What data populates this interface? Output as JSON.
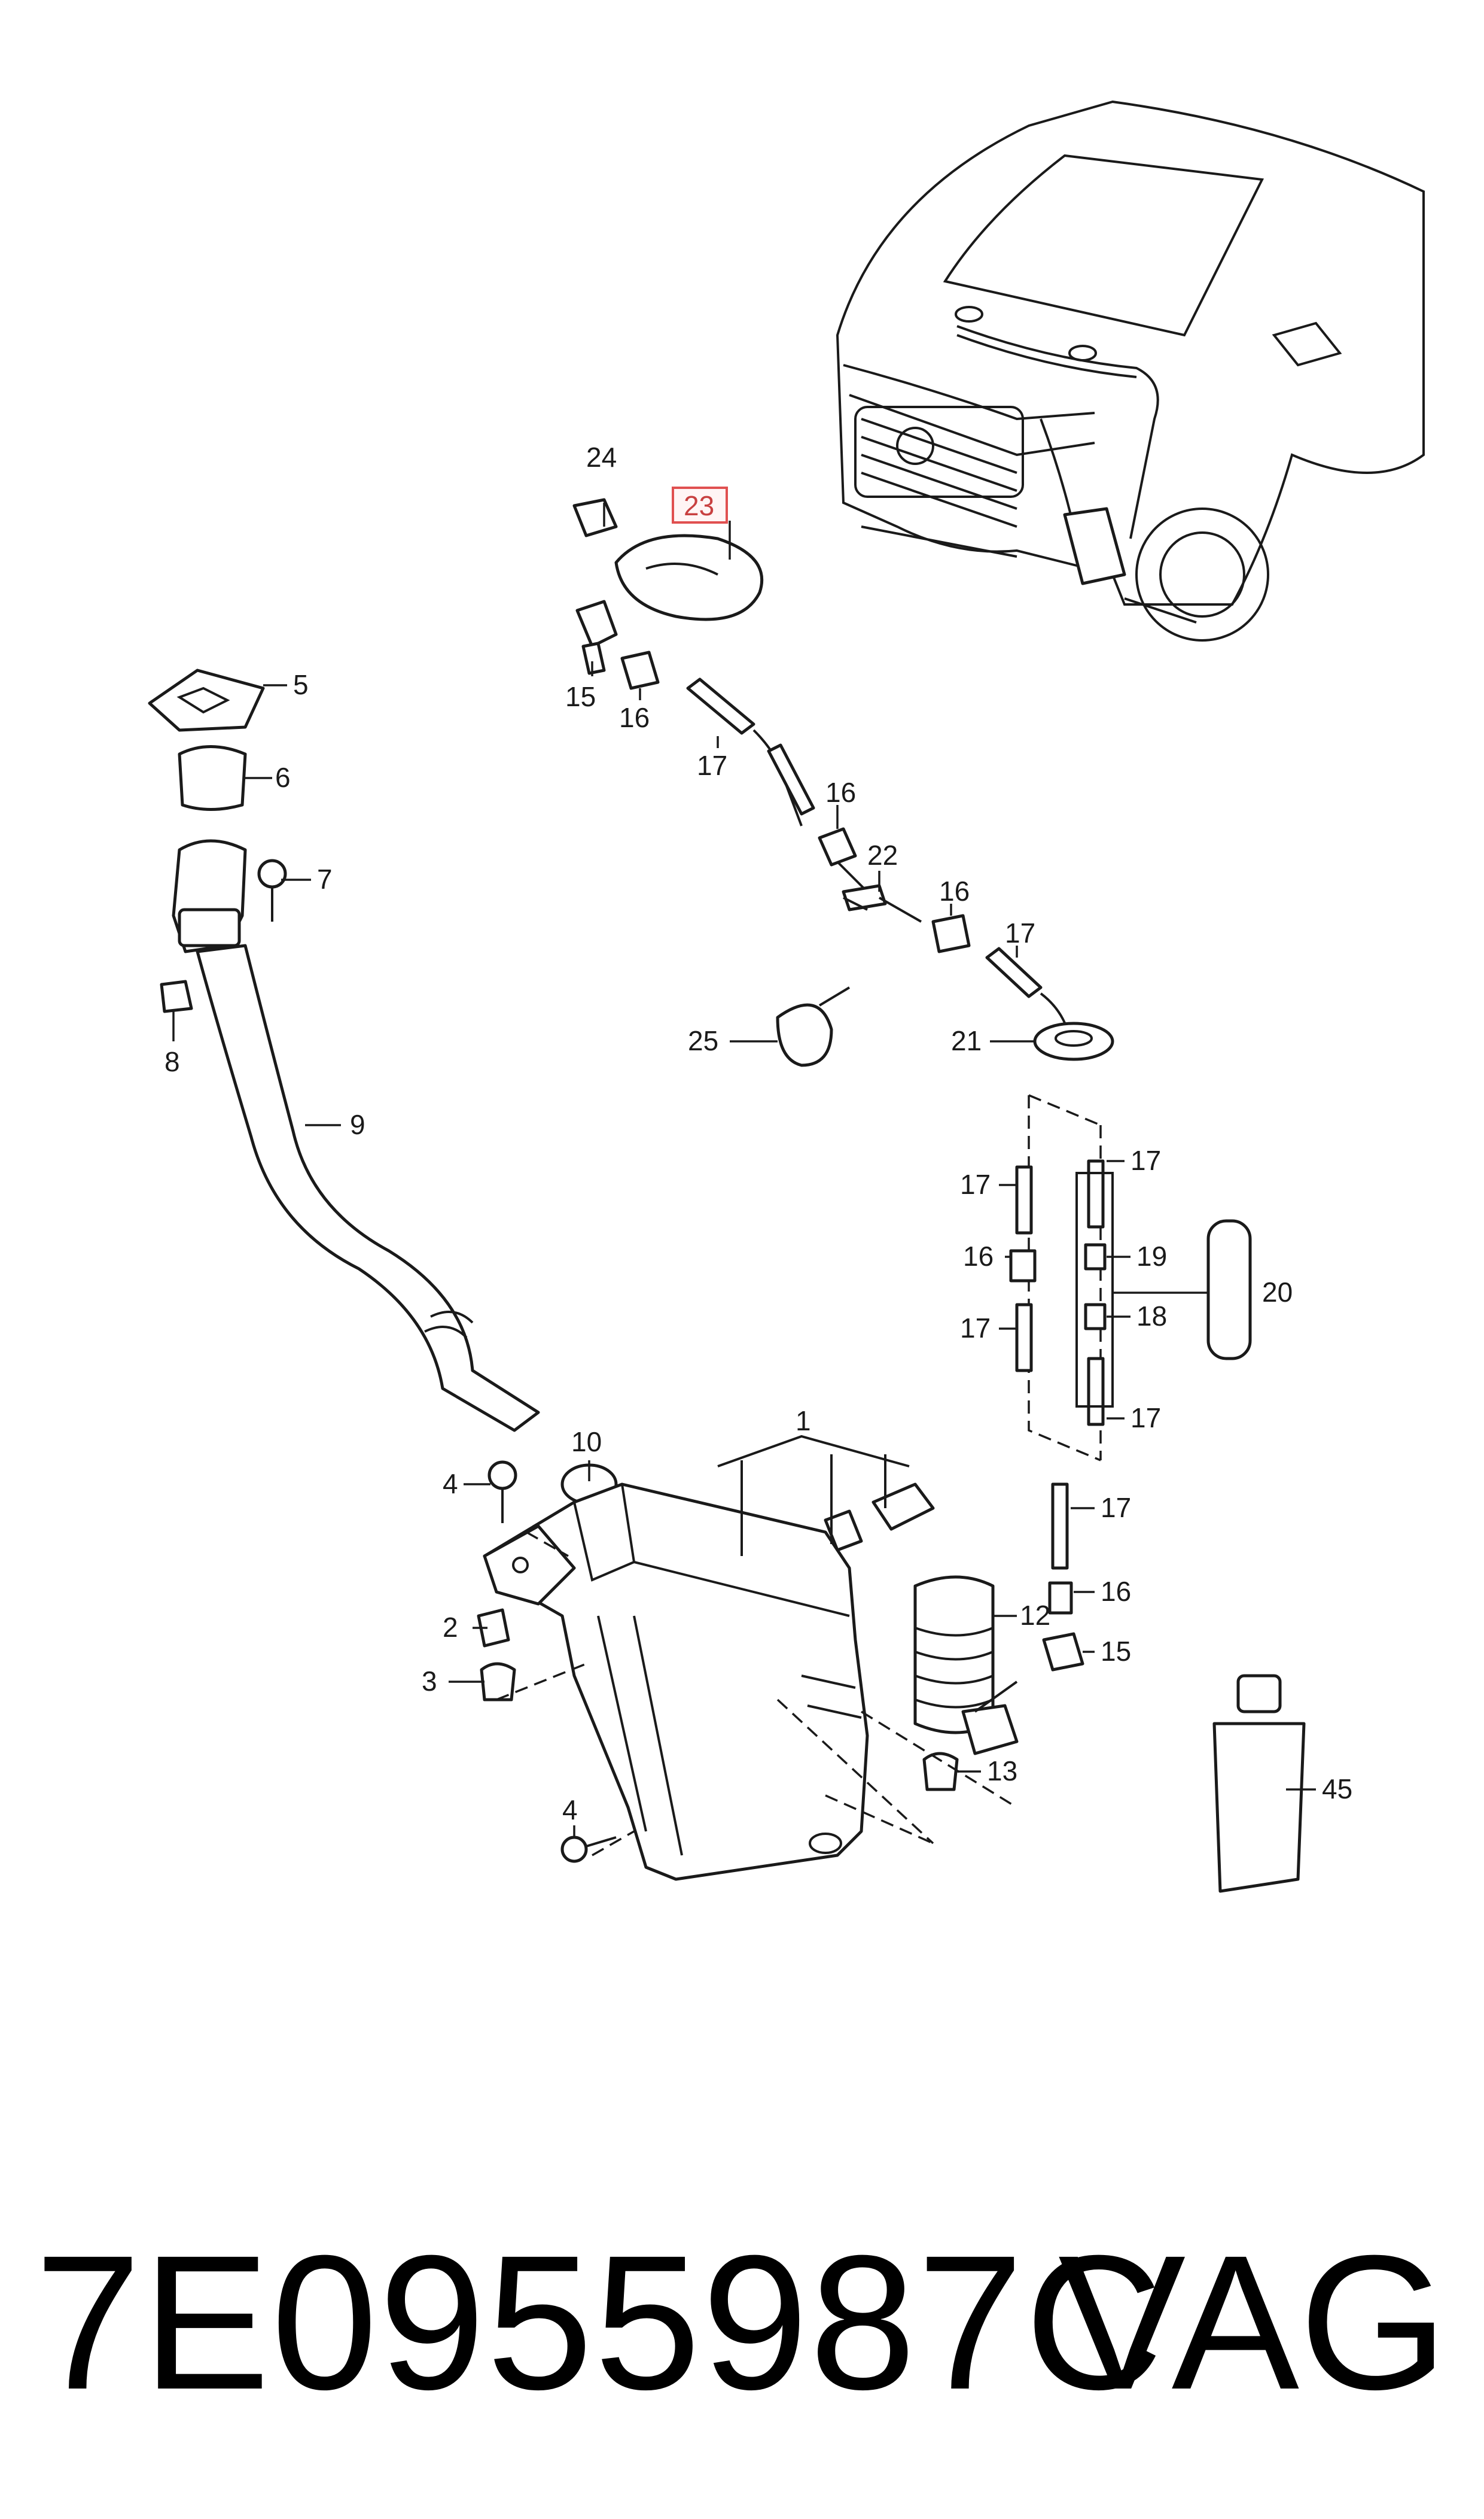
{
  "callouts": {
    "c1": "1",
    "c2": "2",
    "c3": "3",
    "c4a": "4",
    "c4b": "4",
    "c5": "5",
    "c6": "6",
    "c7": "7",
    "c8": "8",
    "c9": "9",
    "c10": "10",
    "c12": "12",
    "c13": "13",
    "c15a": "15",
    "c15b": "15",
    "c16a": "16",
    "c16b": "16",
    "c16c": "16",
    "c16d": "16",
    "c16e": "16",
    "c17a": "17",
    "c17b": "17",
    "c17c": "17",
    "c17d": "17",
    "c17e": "17",
    "c17f": "17",
    "c17g": "17",
    "c18": "18",
    "c19": "19",
    "c20": "20",
    "c21": "21",
    "c22": "22",
    "c23": "23",
    "c24": "24",
    "c25": "25",
    "c45": "45"
  },
  "highlight_color": "#e05050",
  "footer": {
    "part_number": "7E0955987C",
    "brand": "VAG"
  }
}
